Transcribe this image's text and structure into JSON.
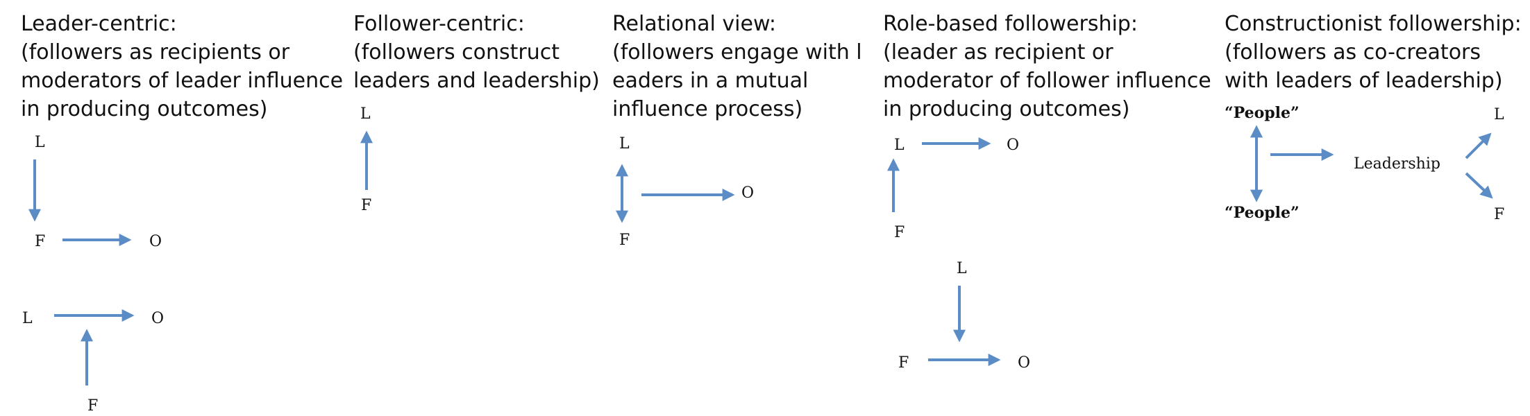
{
  "panels": [
    {
      "heading": "Leader-centric:",
      "lines": [
        "(followers as recipients or",
        "moderators of leader influence",
        "in producing outcomes)"
      ]
    },
    {
      "heading": "Follower-centric:",
      "lines": [
        "(followers construct",
        "leaders and leadership)"
      ]
    },
    {
      "heading": "Relational view:",
      "lines": [
        "(followers engage with l",
        "eaders in a mutual",
        "influence process)"
      ]
    },
    {
      "heading": "Role-based followership:",
      "lines": [
        "(leader as recipient or",
        "moderator of follower influence",
        "in producing outcomes)"
      ]
    },
    {
      "heading": "Constructionist followership:",
      "lines": [
        "(followers as co-creators",
        "with leaders of leadership)"
      ]
    }
  ],
  "node_labels": {
    "L": "L",
    "F": "F",
    "O": "O",
    "people": "“People”",
    "leadership": "Leadership"
  },
  "colors": {
    "arrow": "#5b8cc6",
    "text": "#111111"
  }
}
